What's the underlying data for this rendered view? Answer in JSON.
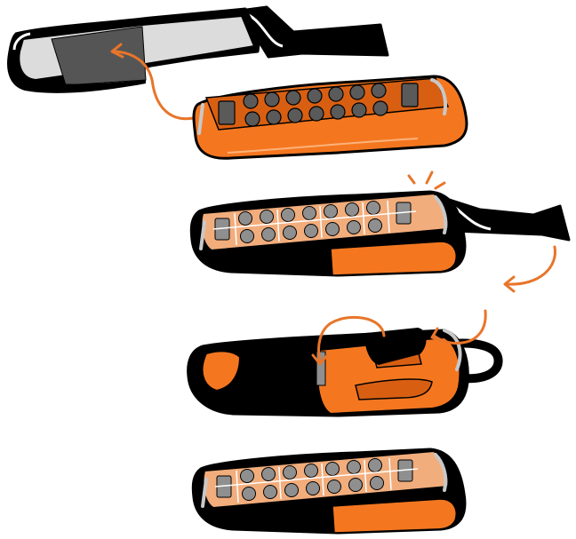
{
  "diagram": {
    "steps": [
      {
        "id": 1,
        "name": "step-1-slide-cover"
      },
      {
        "id": 2,
        "name": "step-2-cover-fitted"
      },
      {
        "id": 3,
        "name": "step-3-fold-flaps"
      },
      {
        "id": 4,
        "name": "step-4-finished"
      }
    ],
    "colors": {
      "outline": "#000000",
      "cover_black": "#000000",
      "cover_gray": "#dcdcdc",
      "cover_dark_gray": "#555555",
      "remote_orange": "#f47720",
      "remote_orange_dark": "#d85f12",
      "remote_button": "#5a5a5a",
      "window_tint": "#f2ad7c",
      "window_button": "#8f8f8f",
      "arrow": "#e8752a",
      "metal_bar": "#c8c8c8",
      "white": "#ffffff"
    },
    "icons": [
      "curved-arrow-icon",
      "click-burst-icon"
    ]
  }
}
